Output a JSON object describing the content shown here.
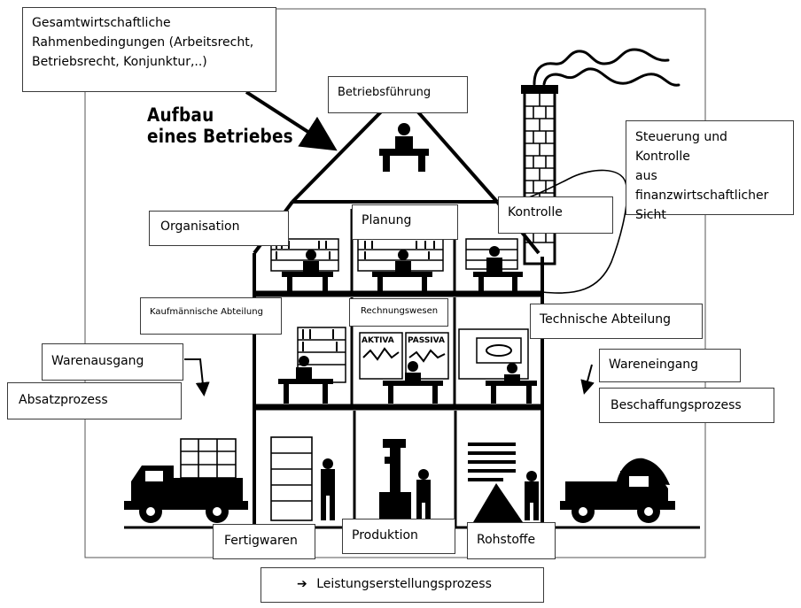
{
  "diagram": {
    "title_lines": [
      "Aufbau",
      "eines Betriebes"
    ],
    "labels": {
      "rahmen": "Gesamtwirtschaftliche\nRahmenbedingungen (Arbeitsrecht,\nBetriebsrecht, Konjunktur,..)",
      "betriebsfuehrung": "Betriebsführung",
      "steuerung": "Steuerung und Kontrolle\naus\nfinanzwirtschaftlicher\nSicht",
      "organisation": "Organisation",
      "planung": "Planung",
      "kontrolle": "Kontrolle",
      "kaufmaennisch": "Kaufmännische Abteilung",
      "rechnungswesen": "Rechnungswesen",
      "technisch": "Technische Abteilung",
      "warenausgang": "Warenausgang",
      "absatzprozess": "Absatzprozess",
      "wareneingang": "Wareneingang",
      "beschaffungsprozess": "Beschaffungsprozess",
      "fertigwaren": "Fertigwaren",
      "produktion": "Produktion",
      "rohstoffe": "Rohstoffe",
      "leistung": "Leistungserstellungsprozess"
    },
    "board_labels": {
      "aktiva": "AKTIVA",
      "passiva": "PASSIVA"
    },
    "arrow_symbol": "➔"
  }
}
